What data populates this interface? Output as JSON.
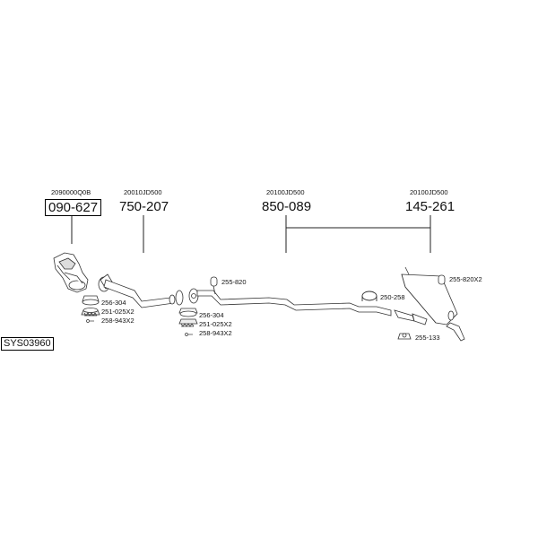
{
  "diagram": {
    "system_id": "SYS03960",
    "top_parts": [
      {
        "code": "2090000Q0B",
        "part": "090-627",
        "boxed": true
      },
      {
        "code": "20010JD500",
        "part": "750-207",
        "boxed": false
      },
      {
        "code": "20100JD500",
        "part": "850-089",
        "boxed": false
      },
      {
        "code": "20100JD500",
        "part": "145-261",
        "boxed": false
      }
    ],
    "callouts": {
      "a1": "256-304",
      "a2": "251-025X2",
      "a3": "258-943X2",
      "b1": "256-304",
      "b2": "251-025X2",
      "b3": "258-943X2",
      "c1": "255-820",
      "d1": "250-258",
      "e1": "255-820X2",
      "f1": "255-133"
    }
  }
}
